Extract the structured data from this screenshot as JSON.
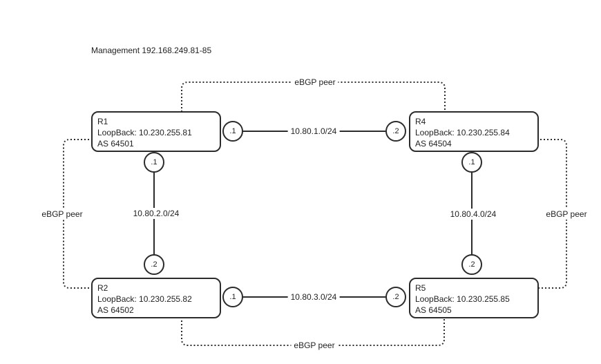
{
  "management_label": "Management 192.168.249.81-85",
  "colors": {
    "line": "#2b2b2b",
    "text": "#1f1f1f",
    "background": "#ffffff"
  },
  "routers": [
    {
      "name": "R1",
      "loopback": "LoopBack: 10.230.255.81",
      "asn": "AS 64501"
    },
    {
      "name": "R2",
      "loopback": "LoopBack: 10.230.255.82",
      "asn": "AS 64502"
    },
    {
      "name": "R4",
      "loopback": "LoopBack: 10.230.255.84",
      "asn": "AS 64504"
    },
    {
      "name": "R5",
      "loopback": "LoopBack: 10.230.255.85",
      "asn": "AS 64505"
    }
  ],
  "links": [
    {
      "from": "R1",
      "to": "R4",
      "subnet": "10.80.1.0/24",
      "from_octet": ".1",
      "to_octet": ".2"
    },
    {
      "from": "R1",
      "to": "R2",
      "subnet": "10.80.2.0/24",
      "from_octet": ".1",
      "to_octet": ".2"
    },
    {
      "from": "R2",
      "to": "R5",
      "subnet": "10.80.3.0/24",
      "from_octet": ".1",
      "to_octet": ".2"
    },
    {
      "from": "R4",
      "to": "R5",
      "subnet": "10.80.4.0/24",
      "from_octet": ".1",
      "to_octet": ".2"
    }
  ],
  "ebgp_peers": [
    {
      "position": "top",
      "between": "R1-R4",
      "label": "eBGP peer"
    },
    {
      "position": "left",
      "between": "R1-R2",
      "label": "eBGP peer"
    },
    {
      "position": "right",
      "between": "R4-R5",
      "label": "eBGP peer"
    },
    {
      "position": "bottom",
      "between": "R2-R5",
      "label": "eBGP peer"
    }
  ]
}
